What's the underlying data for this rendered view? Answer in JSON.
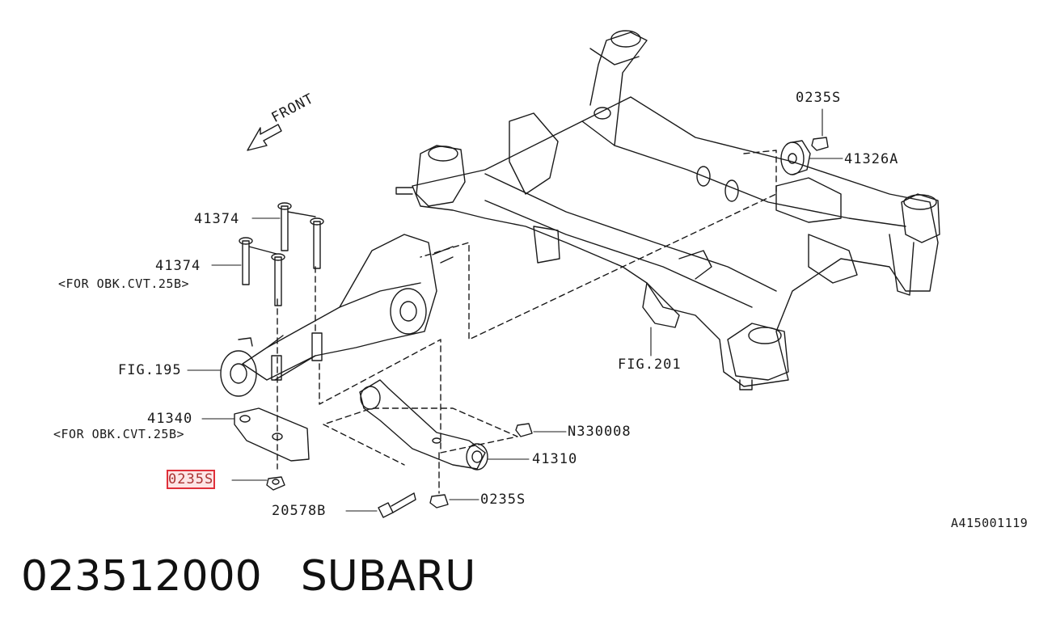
{
  "diagram": {
    "labels": {
      "front": "FRONT",
      "b41374_top": "41374",
      "b41374_mid": "41374",
      "note_obk_1": "<FOR OBK.CVT.25B>",
      "fig195": "FIG.195",
      "b41340": "41340",
      "note_obk_2": "<FOR OBK.CVT.25B>",
      "nut_0235s_highlight": "0235S",
      "bolt_20578b": "20578B",
      "nut_0235s_bottom": "0235S",
      "bracket_41310": "41310",
      "nut_n330008": "N330008",
      "fig201": "FIG.201",
      "nut_0235s_top": "0235S",
      "bush_41326a": "41326A",
      "drawing_id": "A415001119"
    }
  },
  "footer": {
    "part_number": "023512000",
    "brand": "SUBARU"
  }
}
